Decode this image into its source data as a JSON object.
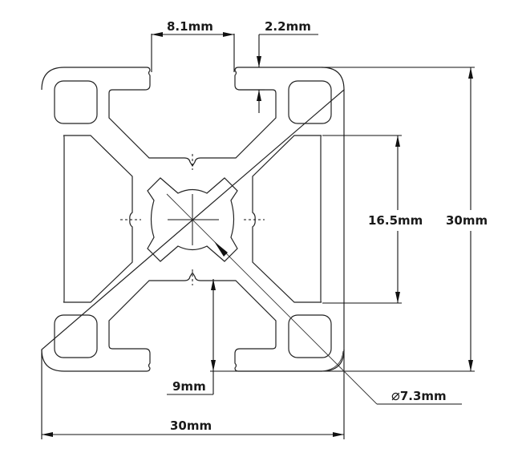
{
  "drawing": {
    "subject": "30x30 aluminum extrusion profile cross-section",
    "colors": {
      "line": "#222222",
      "background": "#ffffff",
      "text": "#1a1a1a"
    }
  },
  "dimensions": {
    "slot_opening": "8.1mm",
    "lip_thickness": "2.2mm",
    "inner_height": "16.5mm",
    "overall_height": "30mm",
    "slot_depth": "9mm",
    "overall_width": "30mm",
    "center_bore": {
      "symbol": "⌀",
      "value": "7.3mm"
    }
  }
}
